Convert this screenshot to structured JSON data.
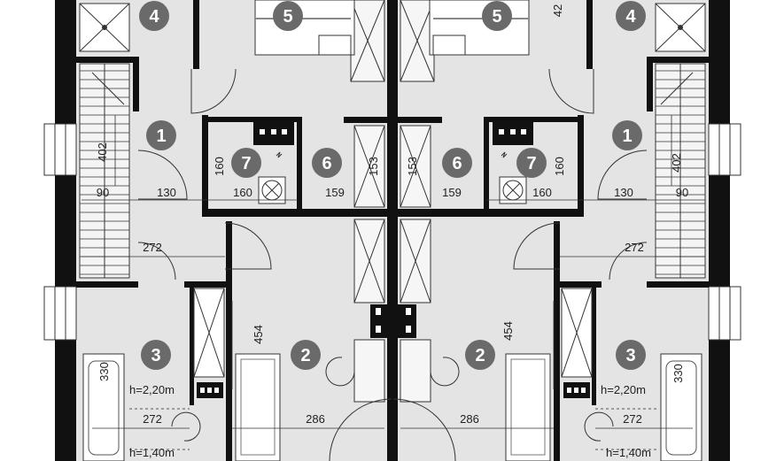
{
  "rooms": [
    "1",
    "1",
    "3",
    "3",
    "4",
    "4",
    "5",
    "5",
    "2",
    "2",
    "6",
    "6",
    "7",
    "7"
  ],
  "dims": {
    "v402_l": "402",
    "v402_r": "402",
    "h90_l": "90",
    "h90_r": "90",
    "h130_l": "130",
    "h130_r": "130",
    "v160_l": "160",
    "v160_r": "160",
    "h160_l": "160",
    "h160_r": "160",
    "h159_l": "159",
    "h159_r": "159",
    "v153_l": "153",
    "v153_r": "153",
    "h272top_l": "272",
    "h272top_r": "272",
    "v454_l": "454",
    "v454_r": "454",
    "v330_l": "330",
    "v330_r": "330",
    "h272bot_l": "272",
    "h272bot_r": "272",
    "h286_l": "286",
    "h286_r": "286",
    "top42": "42"
  },
  "heights": {
    "h220_l": "h=2,20m",
    "h220_r": "h=2,20m",
    "h140_l": "h=1,40m",
    "h140_r": "h=1,40m"
  },
  "colors": {
    "wall": "#111111",
    "floor": "#e4e4e4",
    "badge": "#6a6a6a"
  }
}
